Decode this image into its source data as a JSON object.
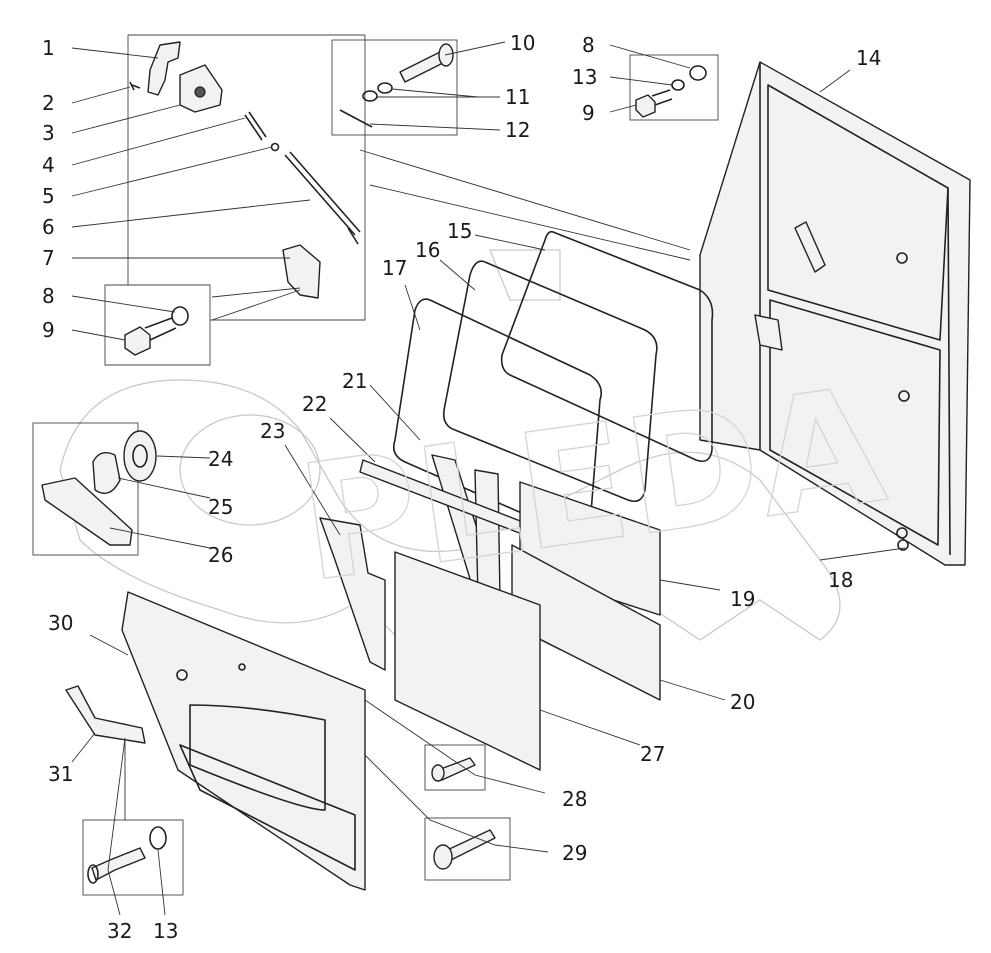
{
  "callouts": {
    "c1": "1",
    "c2": "2",
    "c3": "3",
    "c4": "4",
    "c5": "5",
    "c6": "6",
    "c7": "7",
    "c8a": "8",
    "c9a": "9",
    "c10": "10",
    "c11": "11",
    "c12": "12",
    "c8b": "8",
    "c13a": "13",
    "c9b": "9",
    "c14": "14",
    "c15": "15",
    "c16": "16",
    "c17": "17",
    "c21": "21",
    "c22": "22",
    "c23": "23",
    "c24": "24",
    "c25": "25",
    "c26": "26",
    "c30": "30",
    "c18": "18",
    "c19": "19",
    "c20": "20",
    "c27": "27",
    "c28": "28",
    "c29": "29",
    "c31": "31",
    "c32": "32",
    "c13b": "13"
  },
  "watermark": "PLEDA"
}
